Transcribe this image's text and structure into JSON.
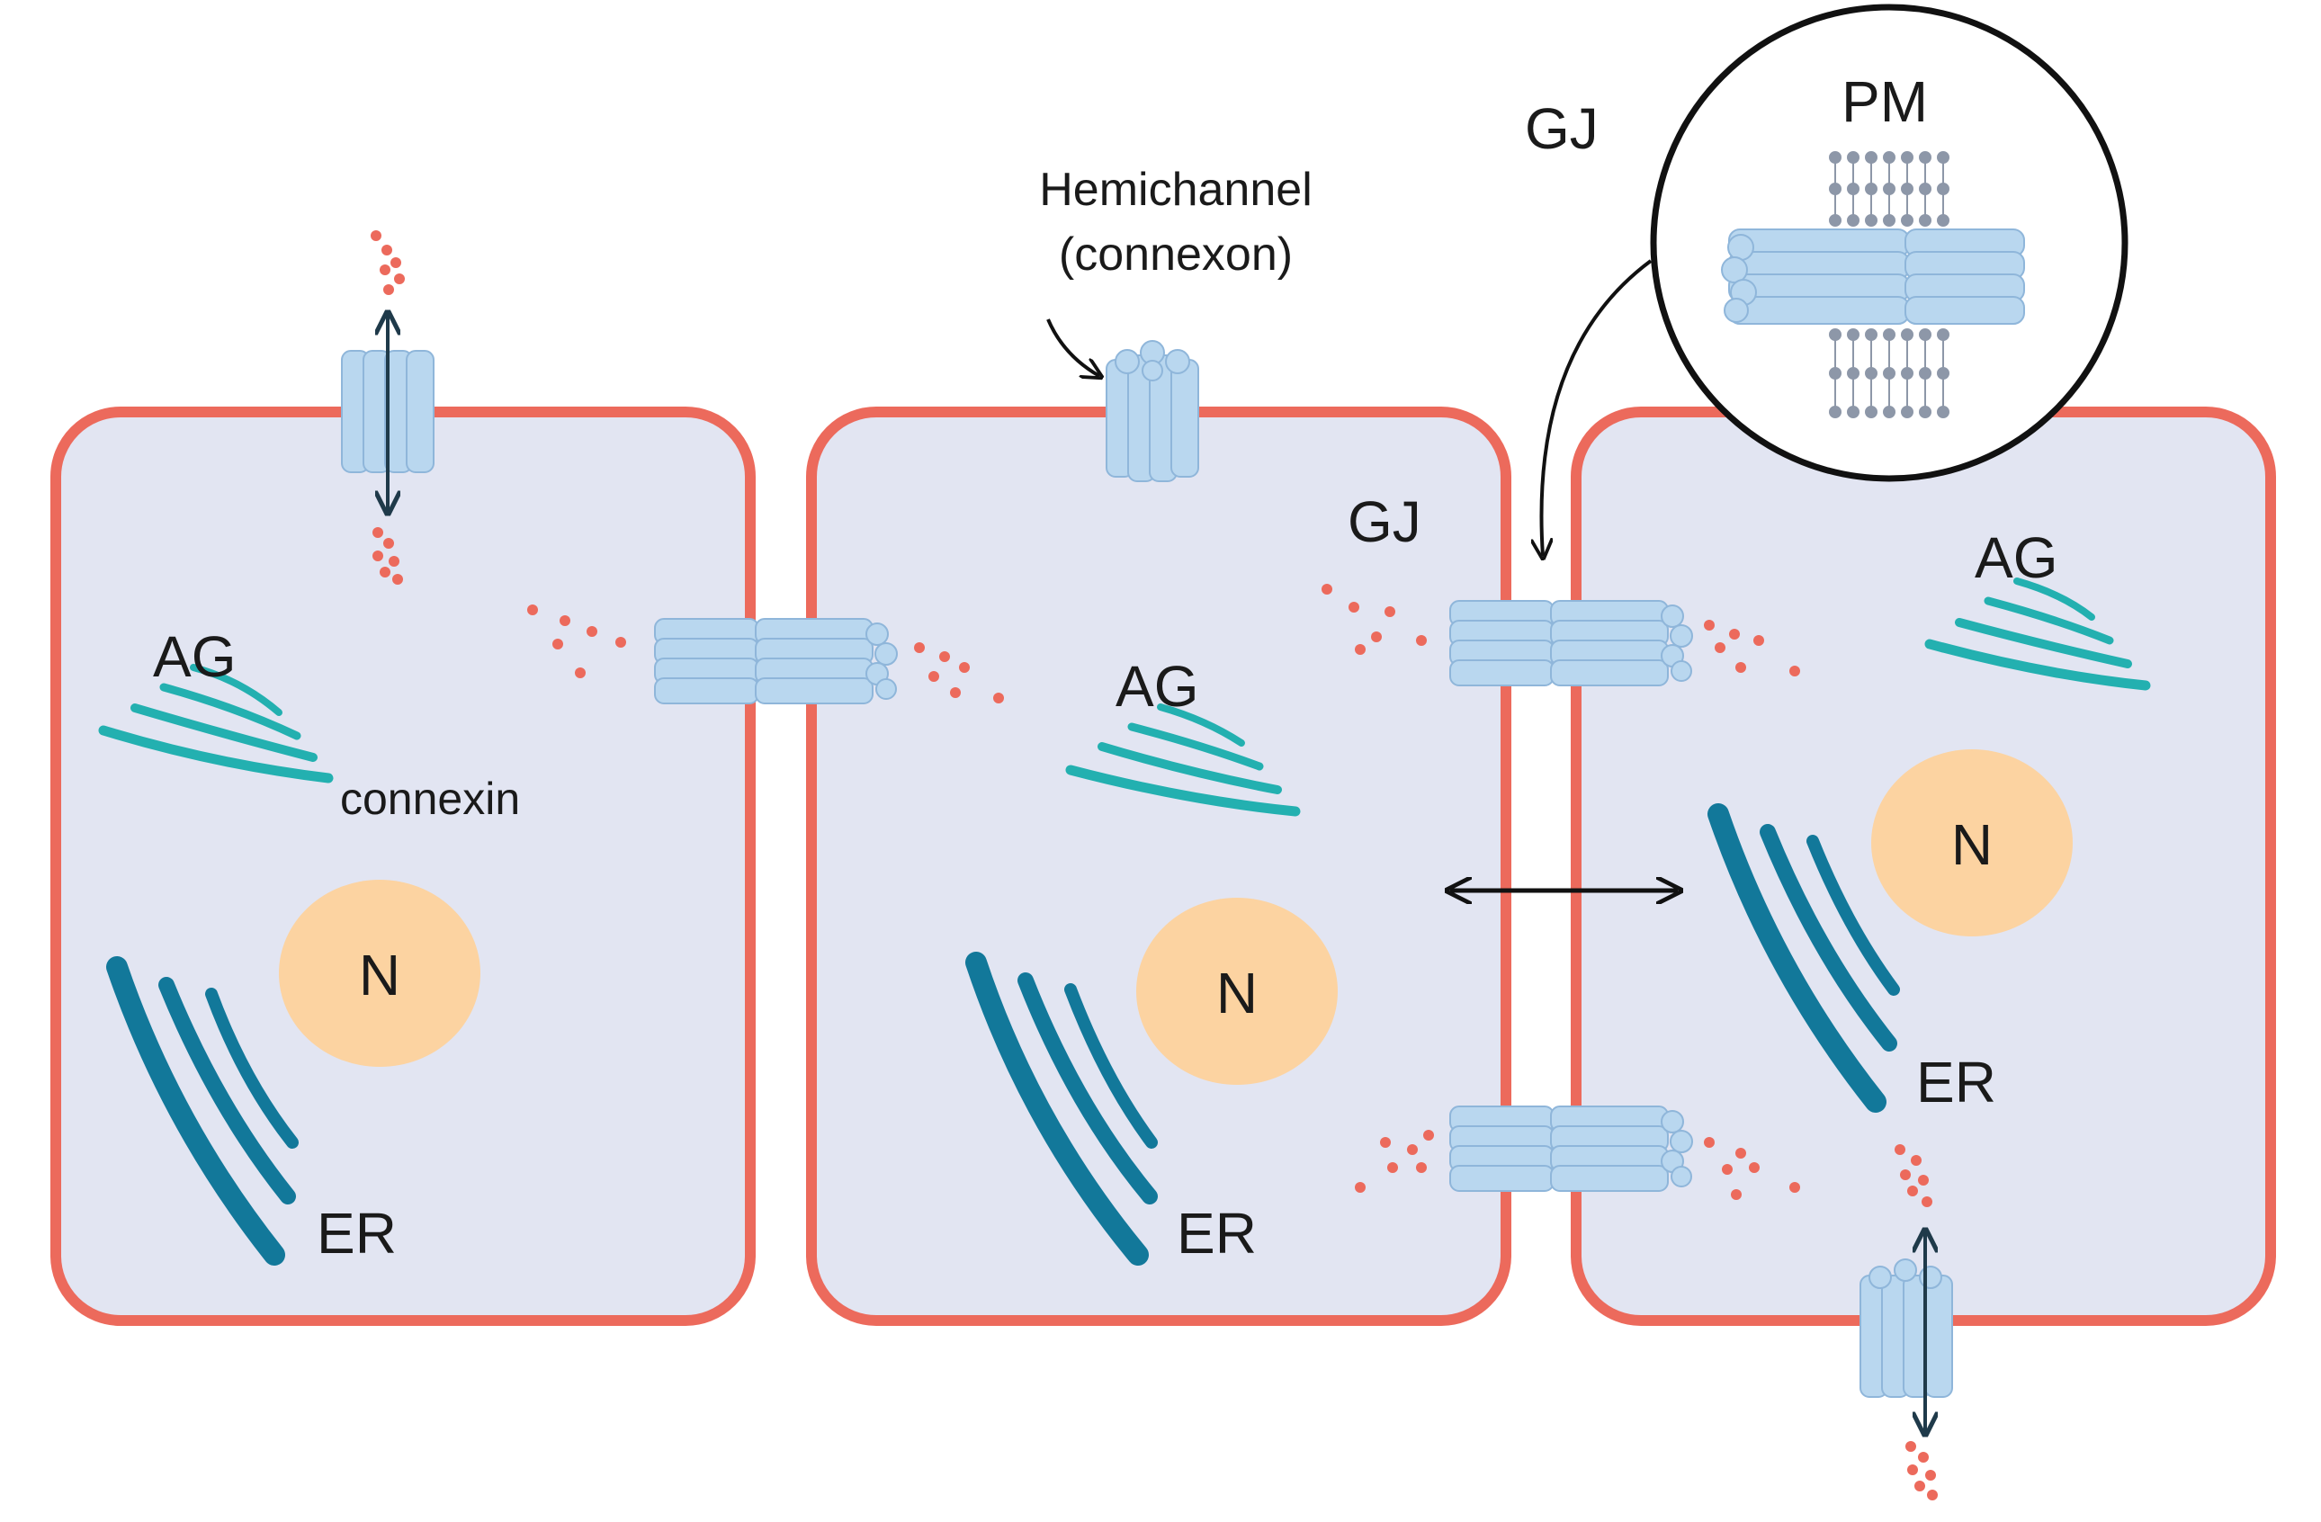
{
  "labels": {
    "gj_top": "GJ",
    "pm": "PM",
    "hemichannel_line1": "Hemichannel",
    "hemichannel_line2": "(connexon)",
    "gj_mid": "GJ",
    "cell1": {
      "ag": "AG",
      "connexin": "connexin",
      "n": "N",
      "er": "ER"
    },
    "cell2": {
      "ag": "AG",
      "n": "N",
      "er": "ER"
    },
    "cell3": {
      "ag": "AG",
      "n": "N",
      "er": "ER"
    }
  },
  "colors": {
    "membrane": "#ec6a5c",
    "cytoplasm": "#e2e5f2",
    "nucleus": "#fcd3a1",
    "golgi": "#23b0b0",
    "er": "#12789a",
    "channel": "#b9d7ef",
    "channel_stroke": "#8fb6da",
    "molecule": "#ec6a5c",
    "lipid": "#8d97a8",
    "arrow": "#1f3a4a"
  }
}
